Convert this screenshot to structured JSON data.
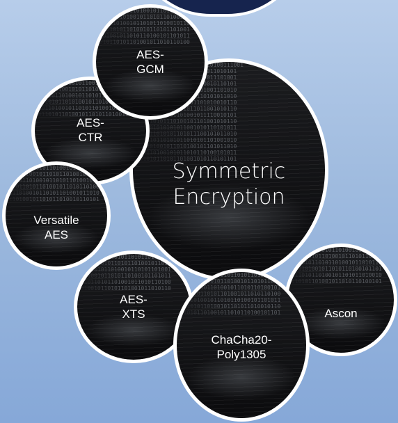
{
  "diagram": {
    "center": {
      "line1": "Symmetric",
      "line2": "Encryption"
    },
    "nodes": [
      {
        "id": "aes-gcm",
        "line1": "AES-",
        "line2": "GCM"
      },
      {
        "id": "aes-ctr",
        "line1": "AES-",
        "line2": "CTR"
      },
      {
        "id": "versatile-aes",
        "line1": "Versatile",
        "line2": "AES"
      },
      {
        "id": "aes-xts",
        "line1": "AES-",
        "line2": "XTS"
      },
      {
        "id": "chacha20-poly1305",
        "line1": "ChaCha20-",
        "line2": "Poly1305"
      },
      {
        "id": "ascon",
        "line1": "Ascon"
      }
    ]
  },
  "colors": {
    "background_top": "#b7cdea",
    "background_bottom": "#86a8d8",
    "bubble_fill": "#111214",
    "bubble_border": "#ffffff",
    "top_disc": "#16244e",
    "text": "#ffffff"
  }
}
